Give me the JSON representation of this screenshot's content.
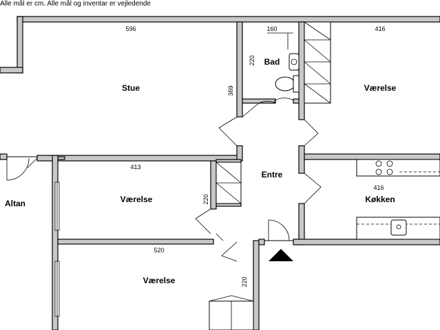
{
  "note": "Alle mål er cm. Alle mål og inventar er vejledende",
  "rooms": {
    "stue": "Stue",
    "bad": "Bad",
    "vaerelse_top": "Værelse",
    "entre": "Entre",
    "altan": "Altan",
    "vaerelse_mid": "Værelse",
    "koekken": "Køkken",
    "vaerelse_bottom": "Værelse"
  },
  "dimensions": {
    "stue_width": "596",
    "bad_width": "160",
    "bad_height": "220",
    "vaerelse_top_width": "416",
    "stue_height": "369",
    "vaerelse_mid_width": "413",
    "closet_height": "220",
    "koekken_width": "416",
    "vaerelse_bottom_width": "520",
    "vaerelse_bottom_height": "220"
  }
}
